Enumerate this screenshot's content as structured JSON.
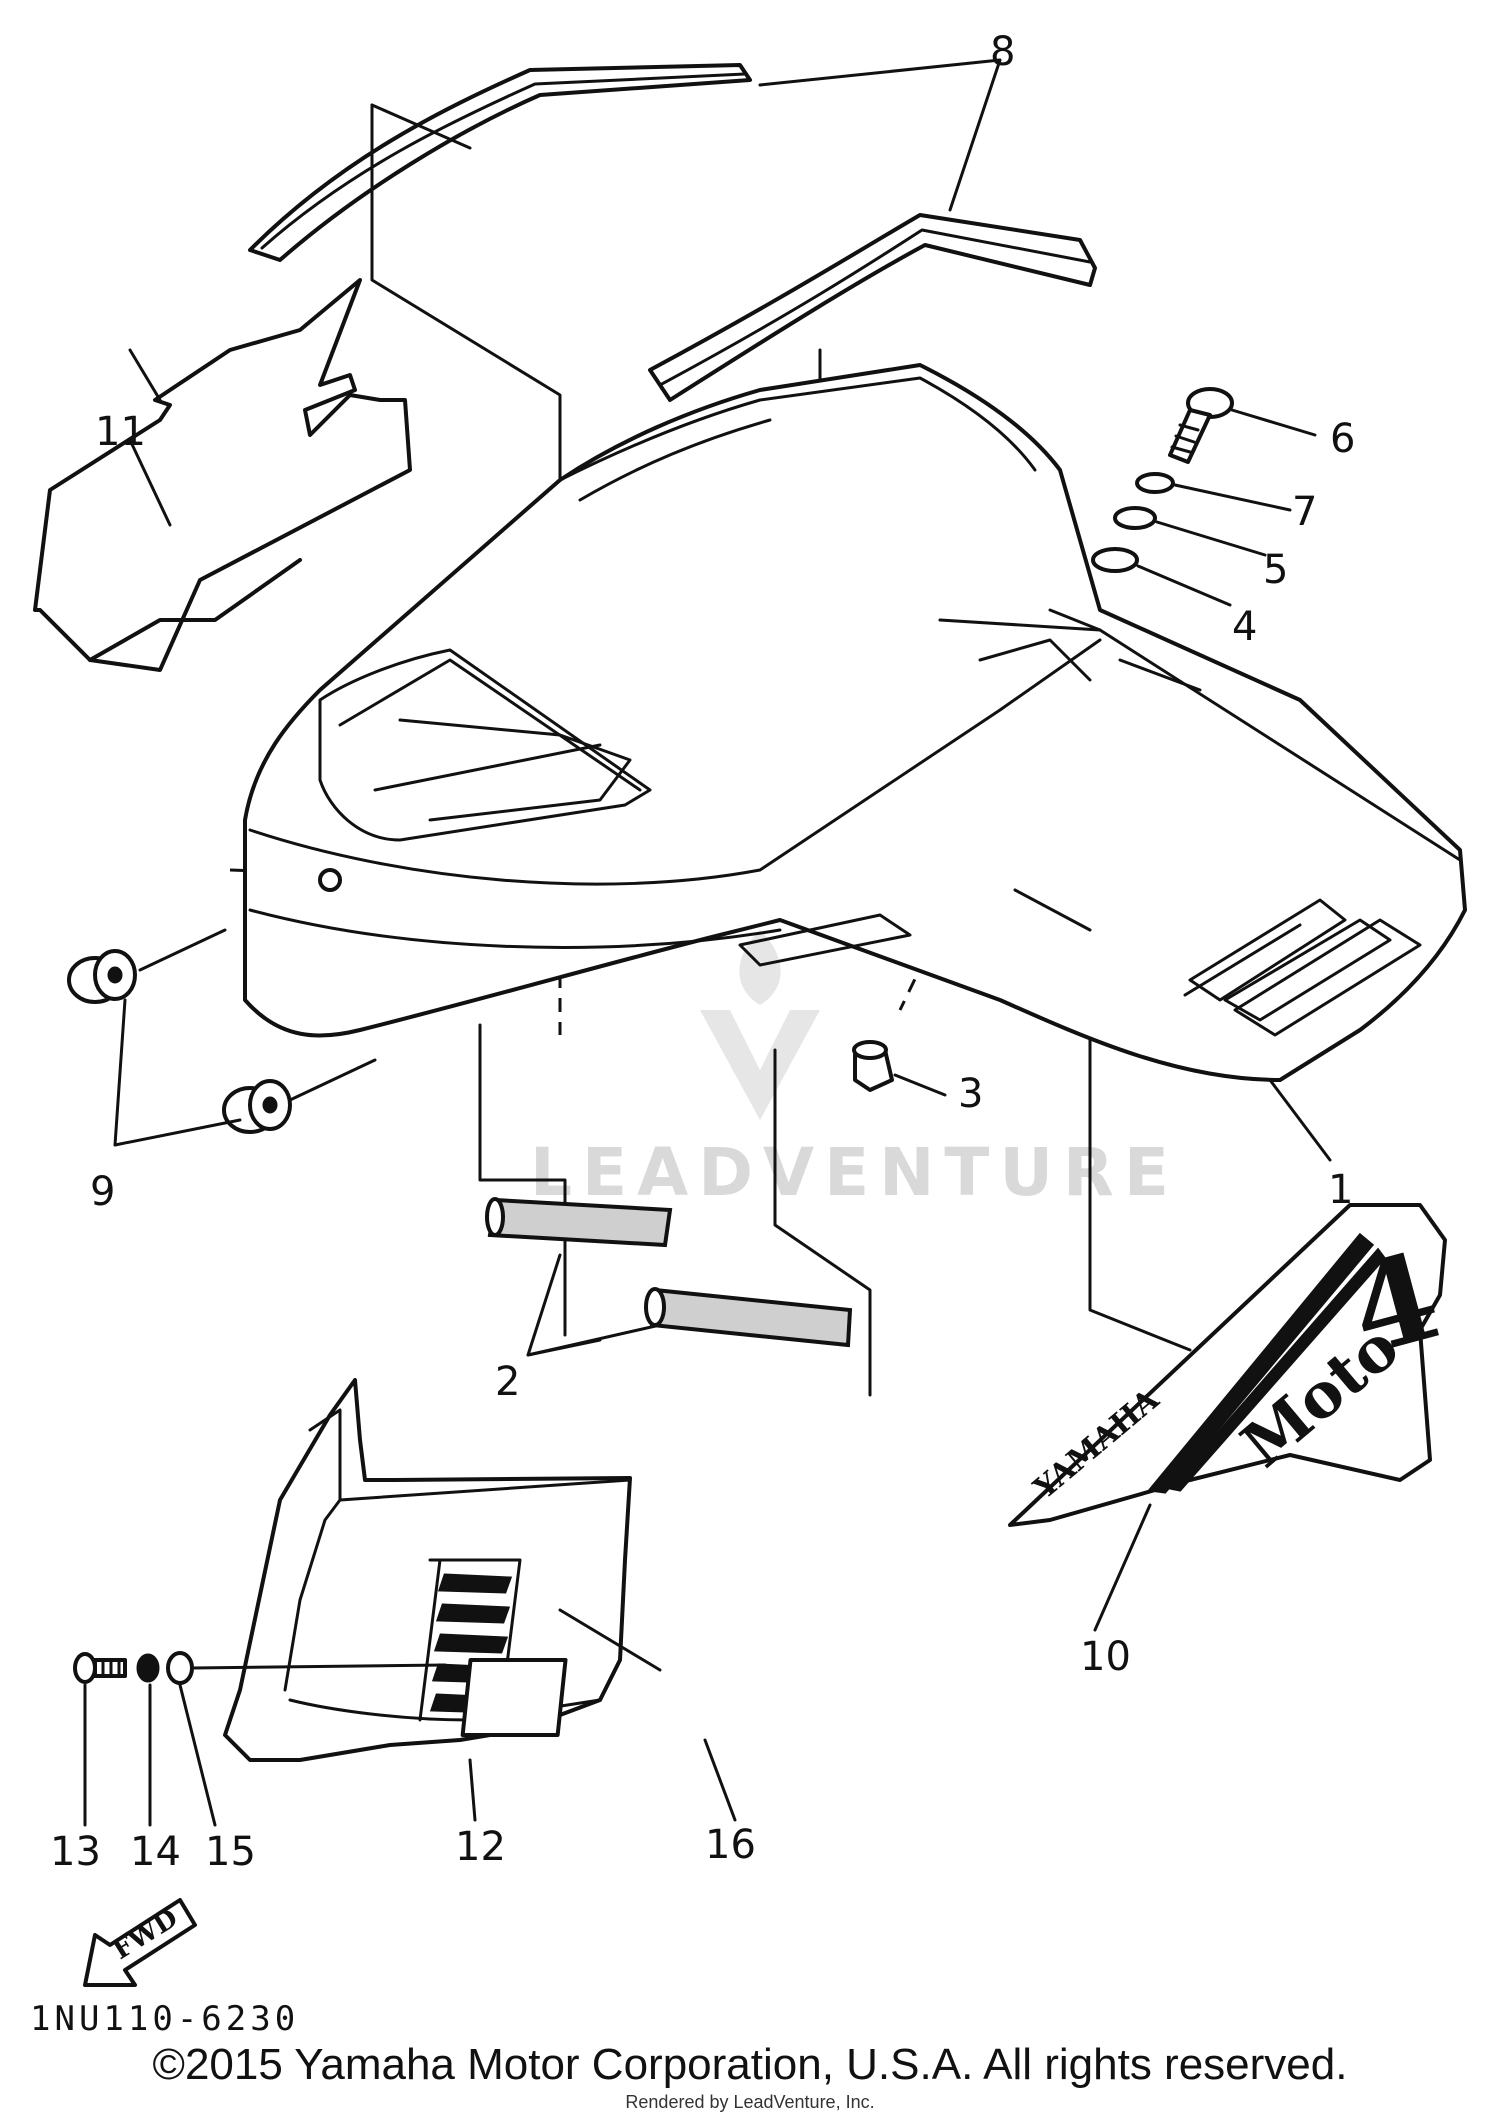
{
  "diagram": {
    "callouts": {
      "c1": "1",
      "c2": "2",
      "c3": "3",
      "c4": "4",
      "c5": "5",
      "c6": "6",
      "c7": "7",
      "c8": "8",
      "c9": "9",
      "c10": "10",
      "c11": "11",
      "c12": "12",
      "c13": "13",
      "c14": "14",
      "c15": "15",
      "c16": "16"
    },
    "decal_text": {
      "brand": "YAMAHA",
      "model": "Moto",
      "model_number": "4"
    },
    "fwd_arrow_label": "FWD",
    "diagram_code": "1NU110-6230",
    "watermark": "LEADVENTURE"
  },
  "footer": {
    "copyright": "©2015 Yamaha Motor Corporation, U.S.A. All rights reserved.",
    "rendered_by": "Rendered by LeadVenture, Inc."
  }
}
